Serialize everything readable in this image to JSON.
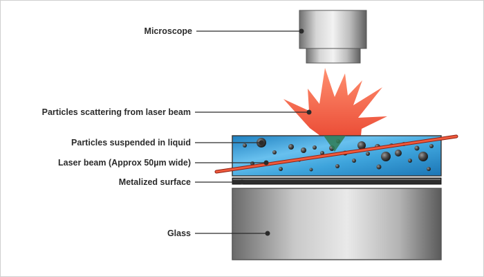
{
  "diagram": {
    "labels": {
      "microscope": "Microscope",
      "scattering": "Particles scattering from laser beam",
      "suspended": "Particles suspended in liquid",
      "laser": "Laser beam (Approx 50µm wide)",
      "metalized": "Metalized surface",
      "glass": "Glass"
    },
    "colors": {
      "laser": "#e8432e",
      "burst": "#f26a4f",
      "liquid": "#3d9fd6",
      "glass": "#9a9a9a",
      "metal": "#3a3a3a",
      "leader": "#2b2b2b"
    }
  }
}
